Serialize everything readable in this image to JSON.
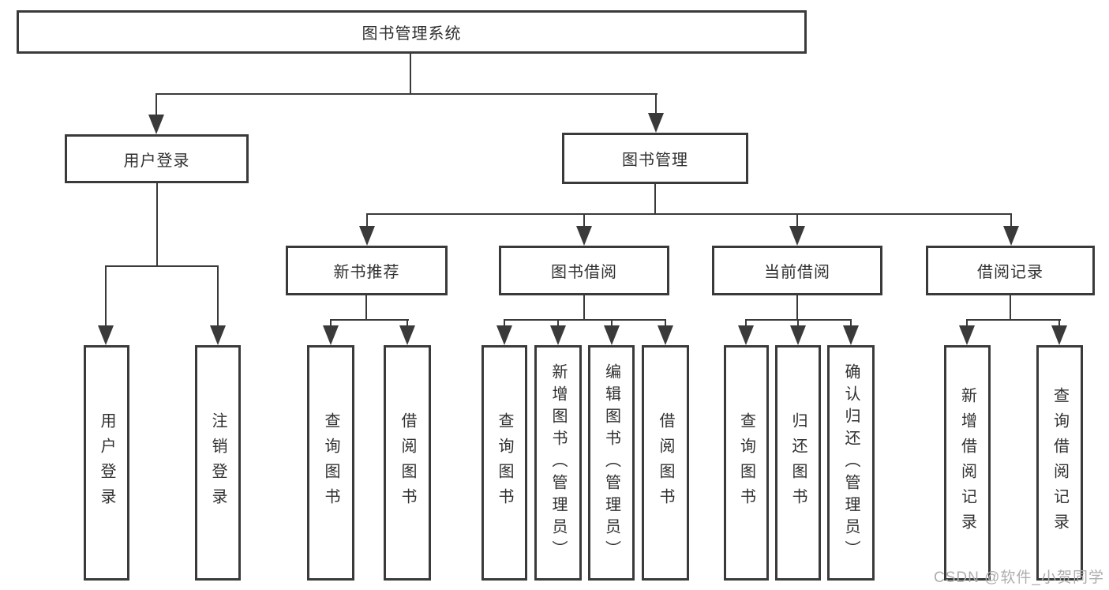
{
  "diagram": {
    "root": {
      "label": "图书管理系统"
    },
    "branches": [
      {
        "label": "用户登录",
        "children": [
          "用户登录",
          "注销登录"
        ]
      },
      {
        "label": "图书管理",
        "groups": [
          {
            "label": "新书推荐",
            "children": [
              "查询图书",
              "借阅图书"
            ]
          },
          {
            "label": "图书借阅",
            "children": [
              "查询图书",
              "新增图书（管理员）",
              "编辑图书（管理员）",
              "借阅图书"
            ]
          },
          {
            "label": "当前借阅",
            "children": [
              "查询图书",
              "归还图书",
              "确认归还（管理员）"
            ]
          },
          {
            "label": "借阅记录",
            "children": [
              "新增借阅记录",
              "查询借阅记录"
            ]
          }
        ]
      }
    ]
  },
  "watermark": {
    "text": "CSDN @软件_小贺同学"
  },
  "colors": {
    "line": "#3a3a3a",
    "text": "#303030",
    "watermark": "#aeaeae",
    "background": "#ffffff"
  }
}
